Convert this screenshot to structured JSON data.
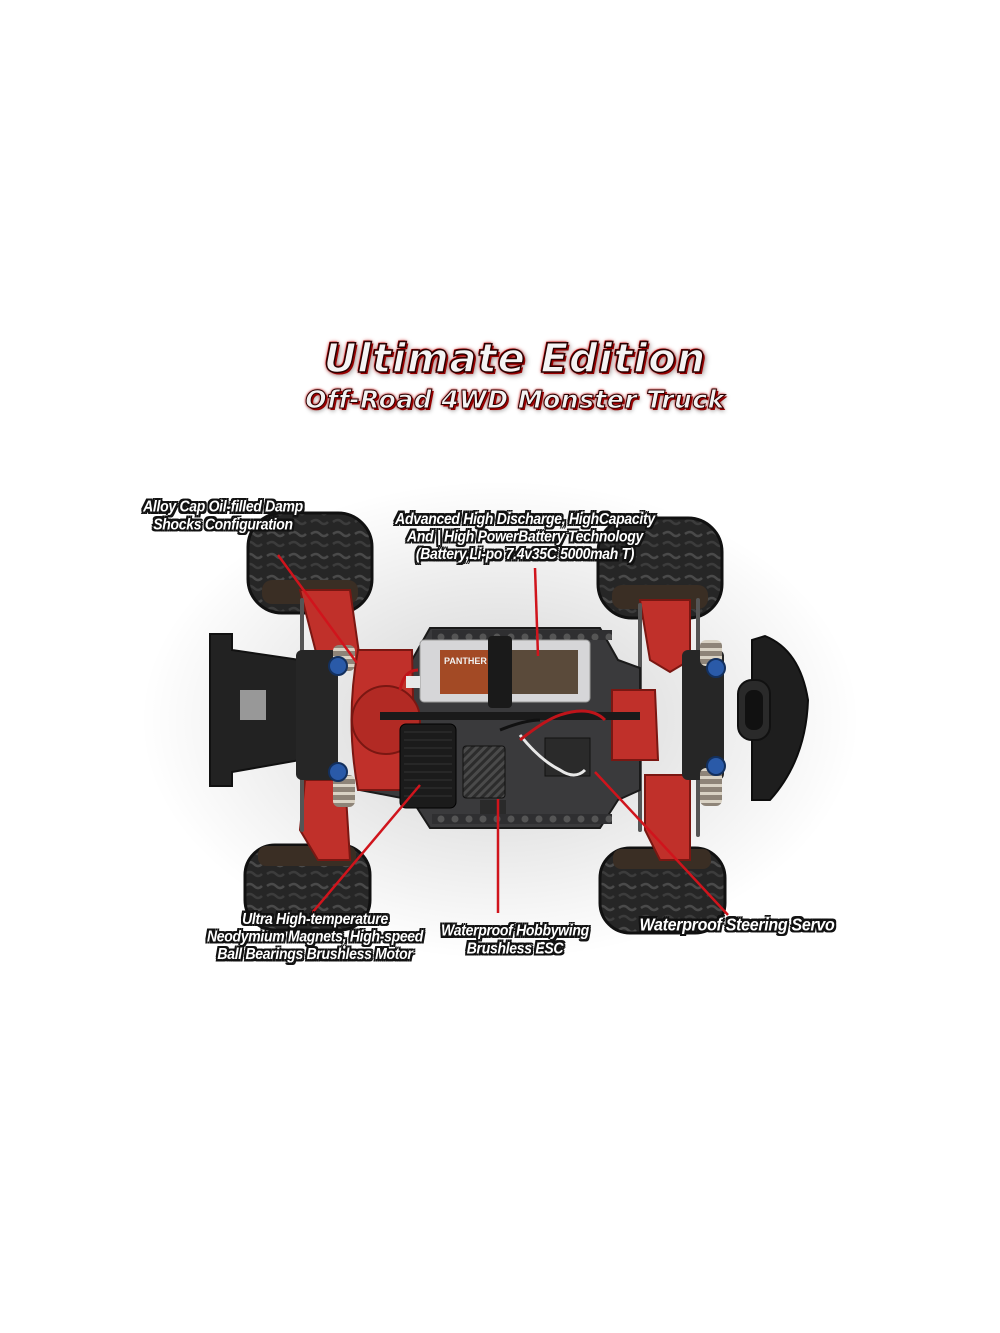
{
  "title": {
    "main": "Ultimate Edition",
    "sub": "Off-Road 4WD Monster Truck"
  },
  "callouts": {
    "shocks": {
      "line1": "Alloy Cap Oil-filled Damp",
      "line2": "Shocks Configuration"
    },
    "battery": {
      "line1": "Advanced High Discharge, HighCapacity",
      "line2": "And | High PowerBattery Technology",
      "line3": "(Battery,Li-po 7.4v35C 5000mah T)"
    },
    "motor": {
      "line1": "Ultra High-temperature",
      "line2": "Neodymium Magnets, High-speed",
      "line3": "Ball Bearings Brushless Motor"
    },
    "esc": {
      "line1": "Waterproof Hobbywing",
      "line2": "Brushless ESC"
    },
    "servo": {
      "line1": "Waterproof Steering Servo"
    }
  },
  "battery_label": {
    "brand": "PANTHER"
  },
  "colors": {
    "chassis_red": "#c0302a",
    "tire_black": "#1c1c1c",
    "plate_gray": "#3a3a3c",
    "pointer_red": "#d0141c",
    "shock_blue": "#2a5aa8"
  }
}
